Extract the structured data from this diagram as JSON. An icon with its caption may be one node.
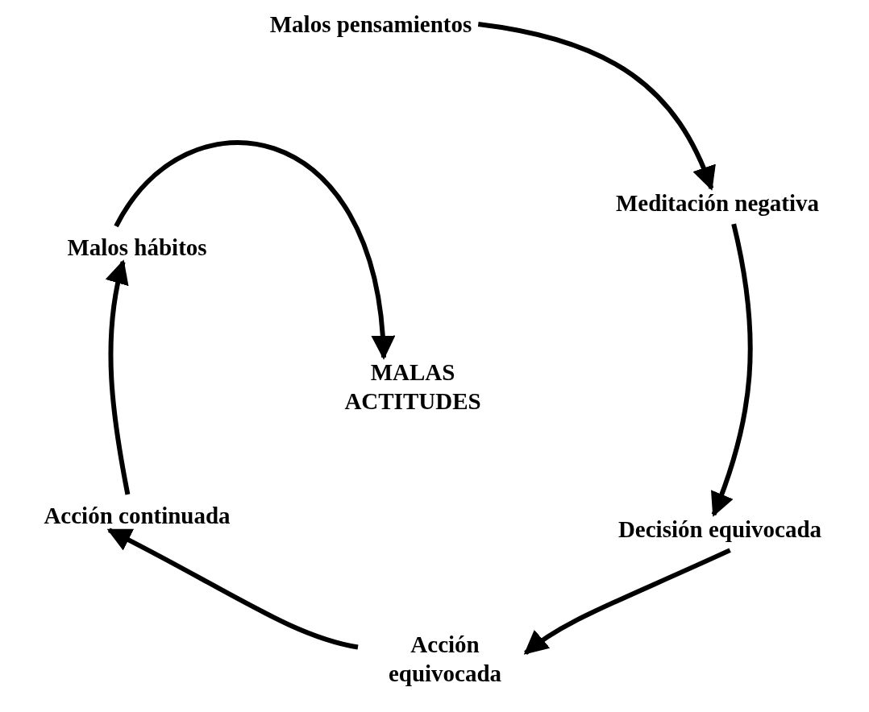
{
  "diagram": {
    "nodes": [
      {
        "text": [
          "Malos pensamientos"
        ]
      },
      {
        "text": [
          "Meditación negativa"
        ]
      },
      {
        "text": [
          "Decisión equivocada"
        ]
      },
      {
        "text": [
          "Acción equivocada"
        ]
      },
      {
        "text": [
          "Acción continuada"
        ]
      },
      {
        "text": [
          "Malos hábitos"
        ]
      },
      {
        "text": [
          "MALAS ACTITUDES"
        ]
      }
    ],
    "edges": [
      {
        "from": 0,
        "to": 1,
        "arrow": "to"
      },
      {
        "from": 1,
        "to": 2,
        "arrow": "to"
      },
      {
        "from": 2,
        "to": 3,
        "arrow": "to"
      },
      {
        "from": 3,
        "to": 4,
        "arrow": "to"
      },
      {
        "from": 4,
        "to": 5,
        "arrow": "to"
      },
      {
        "from": 5,
        "to": 6,
        "arrow": "to"
      }
    ]
  }
}
